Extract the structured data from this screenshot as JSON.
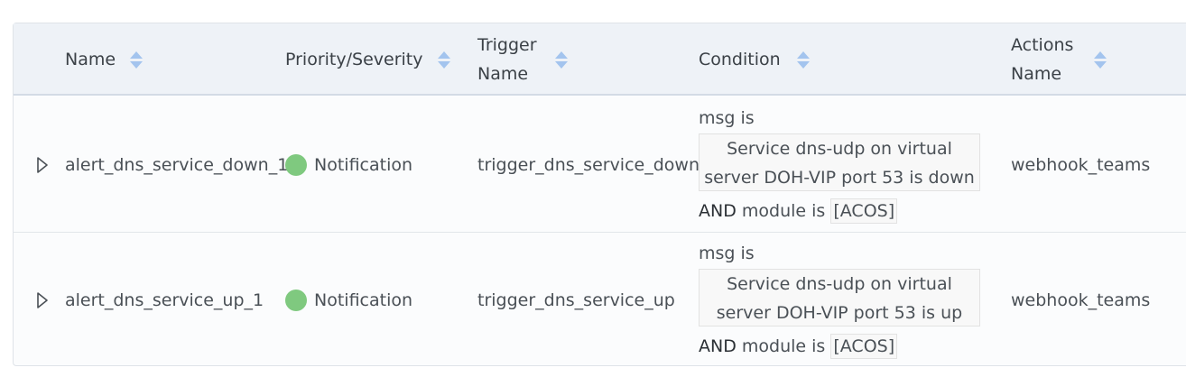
{
  "table": {
    "columns": [
      {
        "label": "Name"
      },
      {
        "label": "Priority/Severity"
      },
      {
        "label": "Trigger Name"
      },
      {
        "label": "Condition"
      },
      {
        "label": "Actions Name"
      }
    ],
    "rows": [
      {
        "name": "alert_dns_service_down_1",
        "priority": "Notification",
        "priority_color": "#7fc97f",
        "trigger": "trigger_dns_service_down",
        "condition": {
          "msg_label": "msg is",
          "msg_value": "Service dns-udp on virtual server DOH-VIP port 53 is down",
          "and_keyword": "AND",
          "module_label": "module is",
          "module_value": "[ACOS]"
        },
        "action": "webhook_teams"
      },
      {
        "name": "alert_dns_service_up_1",
        "priority": "Notification",
        "priority_color": "#7fc97f",
        "trigger": "trigger_dns_service_up",
        "condition": {
          "msg_label": "msg is",
          "msg_value": "Service dns-udp on virtual server DOH-VIP port 53 is up",
          "and_keyword": "AND",
          "module_label": "module is",
          "module_value": "[ACOS]"
        },
        "action": "webhook_teams"
      }
    ]
  },
  "icons": {
    "sort": "sort-icon",
    "expand": "expand-triangle-icon"
  }
}
